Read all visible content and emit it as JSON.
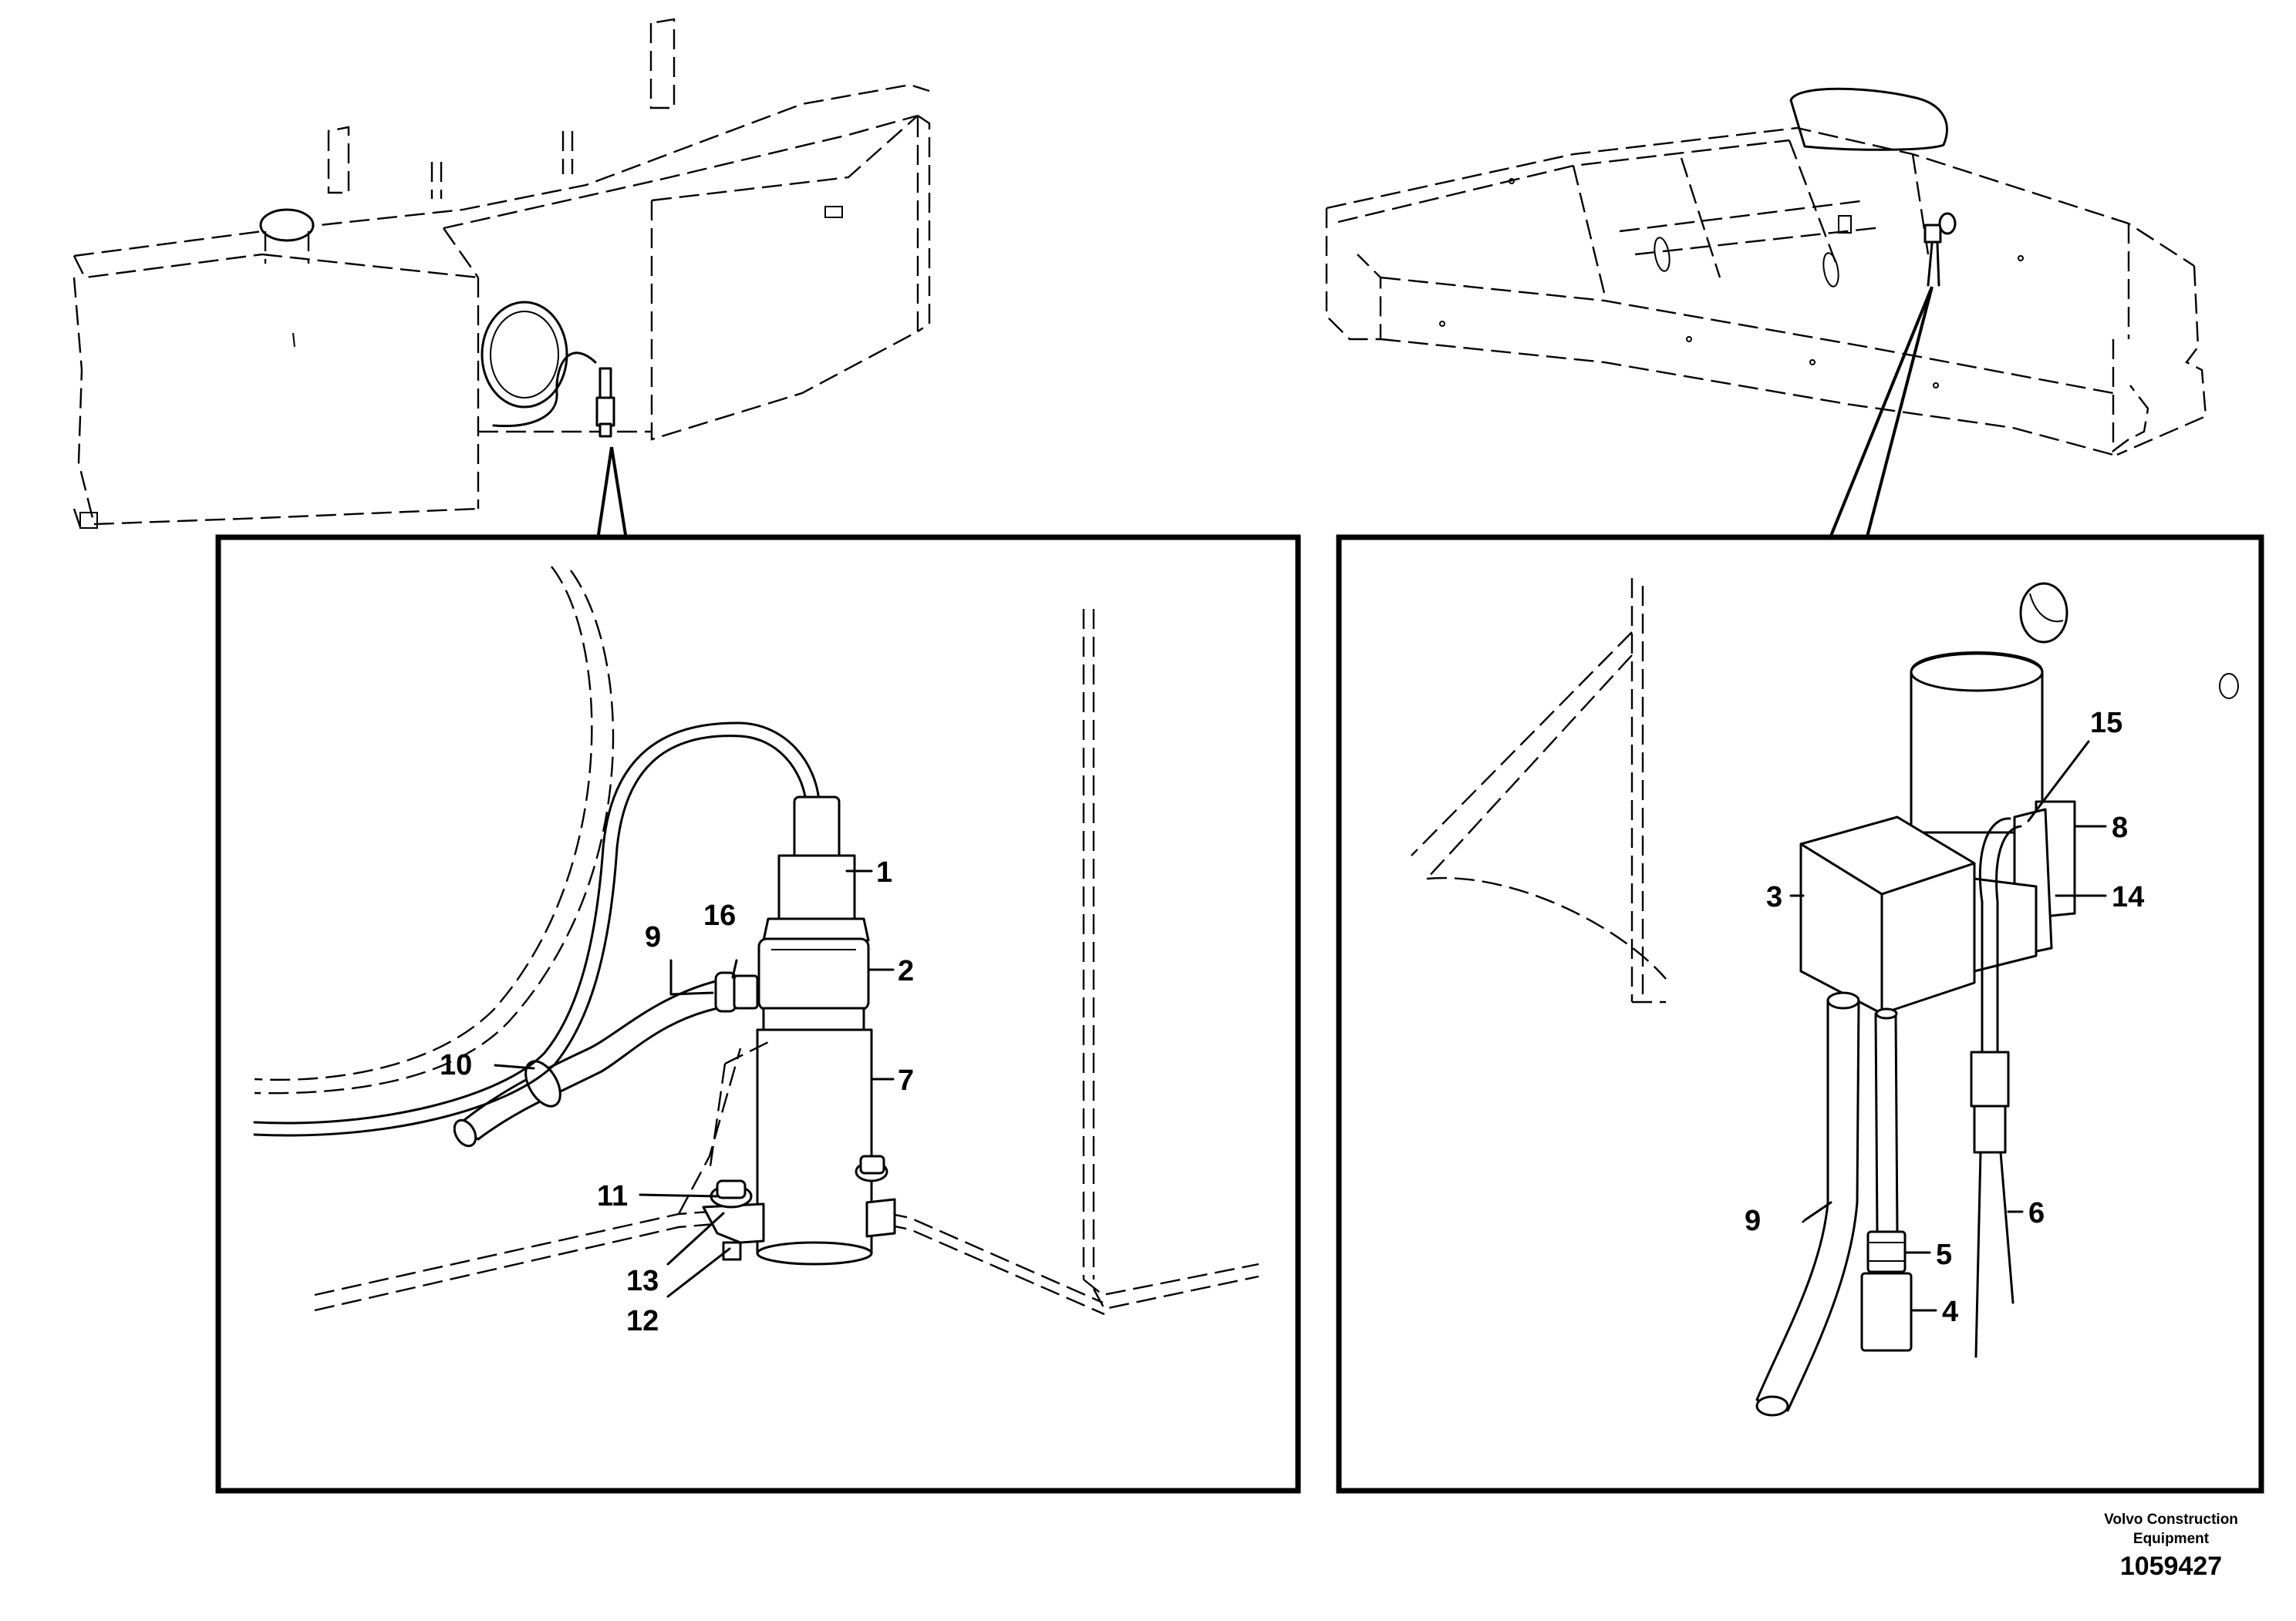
{
  "callouts": {
    "c1": "1",
    "c2": "2",
    "c3": "3",
    "c4": "4",
    "c5": "5",
    "c6": "6",
    "c7": "7",
    "c8": "8",
    "c9_left": "9",
    "c9_right": "9",
    "c10": "10",
    "c11": "11",
    "c12": "12",
    "c13": "13",
    "c14": "14",
    "c15": "15",
    "c16": "16"
  },
  "footer": {
    "brand_line1": "Volvo Construction",
    "brand_line2": "Equipment",
    "drawing_number": "1059427"
  }
}
